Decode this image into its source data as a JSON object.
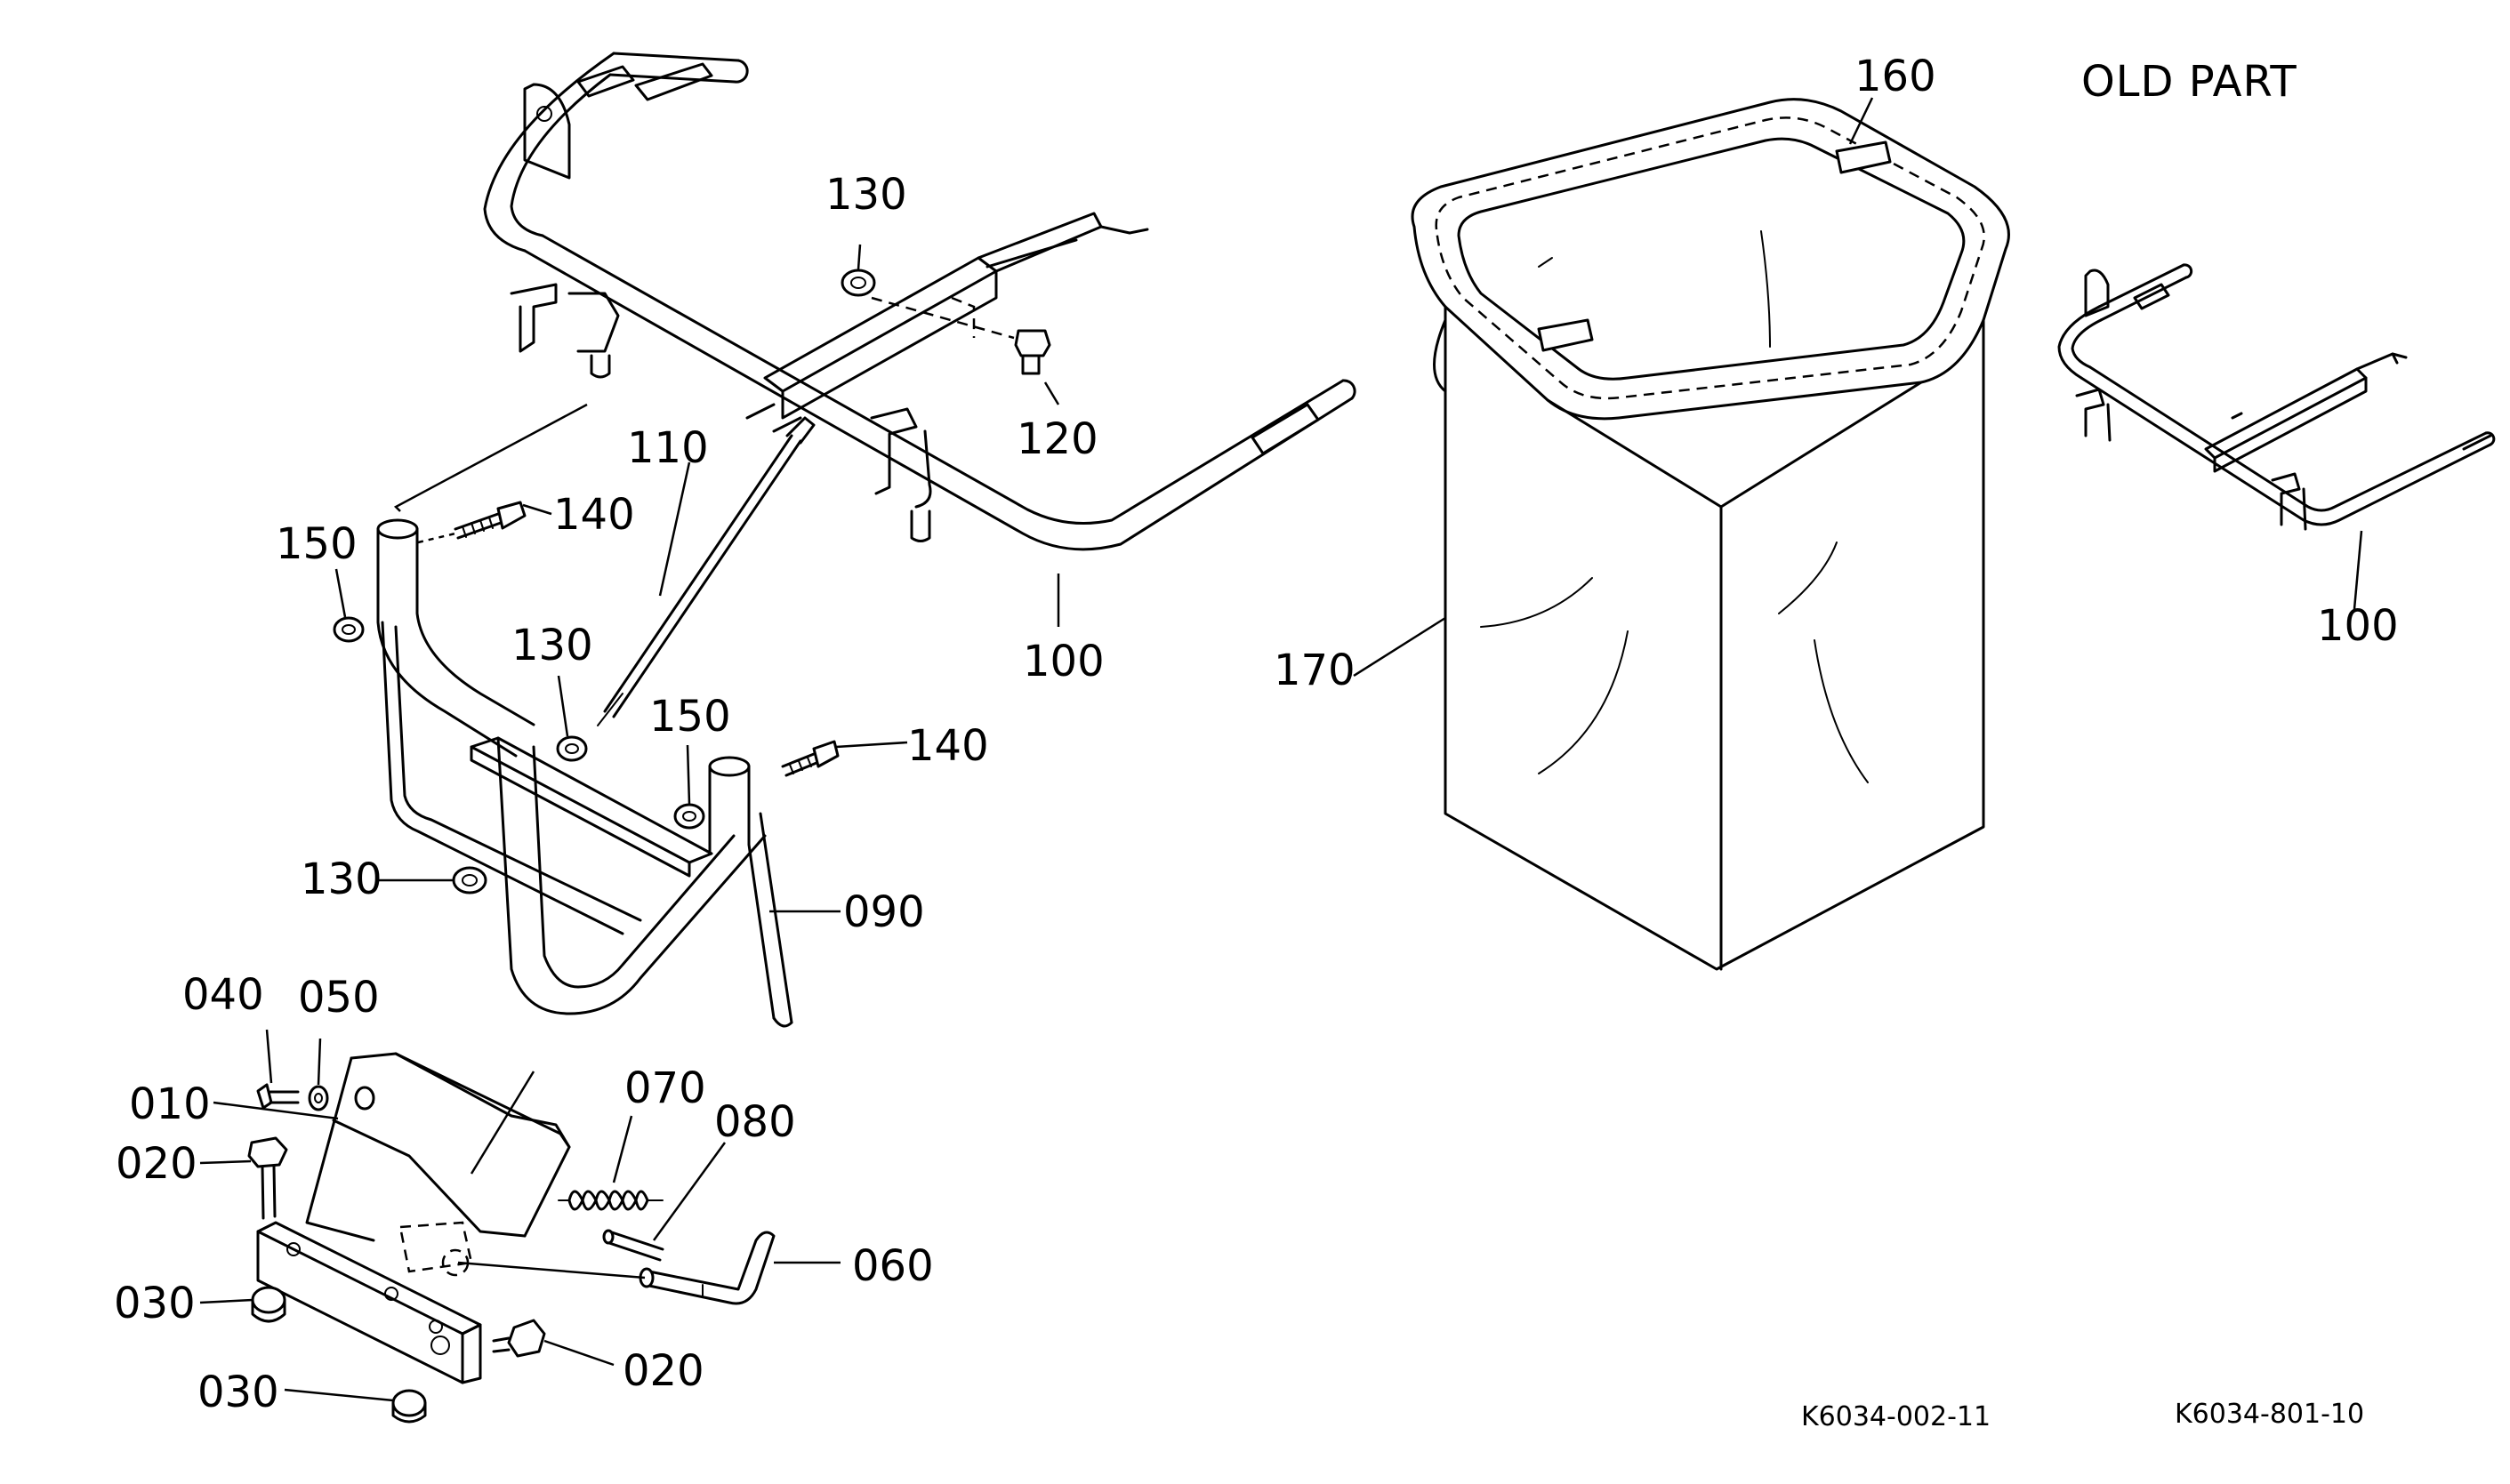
{
  "heading": "OLD PART",
  "ref_codes": {
    "left": "K6034-002-11",
    "right": "K6034-801-10"
  },
  "callouts": {
    "c160": "160",
    "c130_top": "130",
    "c120": "120",
    "c110": "110",
    "c150_left": "150",
    "c140_left": "140",
    "c130_mid": "130",
    "c100_main": "100",
    "c150_mid": "150",
    "c140_mid": "140",
    "c130_low": "130",
    "c090": "090",
    "c170": "170",
    "c100_old": "100",
    "c040": "040",
    "c050": "050",
    "c070": "070",
    "c010": "010",
    "c080": "080",
    "c020_left": "020",
    "c060": "060",
    "c030_left": "030",
    "c020_right": "020",
    "c030_low": "030"
  }
}
